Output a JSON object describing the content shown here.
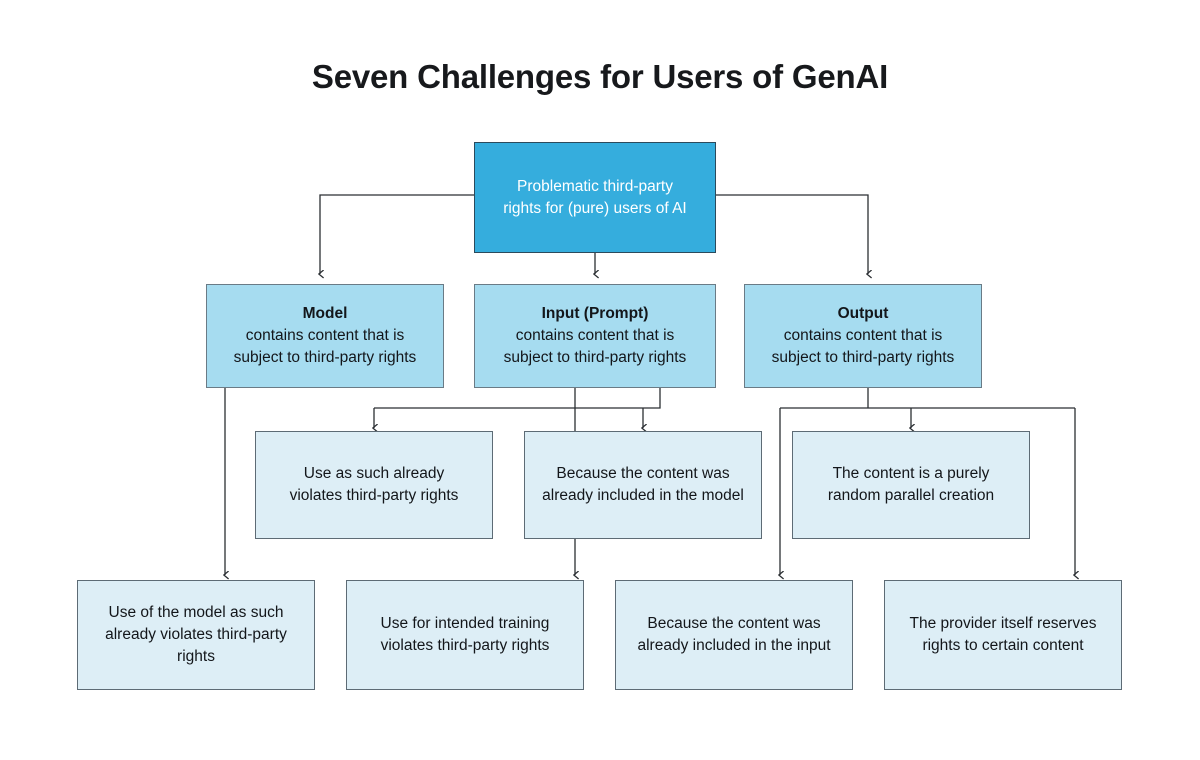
{
  "title": "Seven Challenges for Users of GenAI",
  "colors": {
    "background": "#ffffff",
    "root_fill": "#35ADDD",
    "root_text": "#ffffff",
    "mid_fill": "#A6DCF0",
    "leaf_fill": "#DDEEF6",
    "text": "#13161a",
    "connector": "#2b2f33",
    "border": "#67737d"
  },
  "chart_data": {
    "type": "diagram",
    "title": "Seven Challenges for Users of GenAI",
    "orientation": "top-down",
    "nodes": [
      {
        "id": "root",
        "level": 0,
        "lines": [
          "Problematic third-party",
          "rights for (pure) users of AI"
        ]
      },
      {
        "id": "model",
        "level": 1,
        "lines": [
          "Model",
          "contains content that is",
          "subject to third-party rights"
        ]
      },
      {
        "id": "input",
        "level": 1,
        "lines": [
          "Input (Prompt)",
          "contains content that is",
          "subject to third-party rights"
        ]
      },
      {
        "id": "output",
        "level": 1,
        "lines": [
          "Output",
          "contains content that is",
          "subject to third-party rights"
        ]
      },
      {
        "id": "leaf-use-as-such",
        "level": 2,
        "lines": [
          "Use as such already",
          "violates third-party rights"
        ]
      },
      {
        "id": "leaf-included-model",
        "level": 2,
        "lines": [
          "Because the content was",
          "already included in the model"
        ]
      },
      {
        "id": "leaf-random-parallel",
        "level": 2,
        "lines": [
          "The content is a purely",
          "random parallel creation"
        ]
      },
      {
        "id": "leaf-use-of-model",
        "level": 3,
        "lines": [
          "Use of the model as such",
          "already violates third-party",
          "rights"
        ]
      },
      {
        "id": "leaf-intended-training",
        "level": 3,
        "lines": [
          "Use for intended training",
          "violates third-party rights"
        ]
      },
      {
        "id": "leaf-included-input",
        "level": 3,
        "lines": [
          "Because the content was",
          "already included in the input"
        ]
      },
      {
        "id": "leaf-provider-reserves",
        "level": 3,
        "lines": [
          "The provider itself reserves",
          "rights to certain content"
        ]
      }
    ],
    "edges": [
      {
        "from": "root",
        "to": "model"
      },
      {
        "from": "root",
        "to": "input"
      },
      {
        "from": "root",
        "to": "output"
      },
      {
        "from": "model",
        "to": "leaf-use-as-such"
      },
      {
        "from": "model",
        "to": "leaf-use-of-model"
      },
      {
        "from": "input",
        "to": "leaf-included-model"
      },
      {
        "from": "input",
        "to": "leaf-intended-training"
      },
      {
        "from": "output",
        "to": "leaf-random-parallel"
      },
      {
        "from": "output",
        "to": "leaf-included-input"
      },
      {
        "from": "output",
        "to": "leaf-provider-reserves"
      }
    ]
  },
  "nodes": {
    "root": {
      "line1": "Problematic third-party",
      "line2": "rights for (pure) users of AI"
    },
    "model": {
      "heading": "Model",
      "line1": "contains content that is",
      "line2": "subject to third-party rights"
    },
    "input": {
      "heading": "Input (Prompt)",
      "line1": "contains content that is",
      "line2": "subject to third-party rights"
    },
    "output": {
      "heading": "Output",
      "line1": "contains content that is",
      "line2": "subject to third-party rights"
    },
    "use_as_such": {
      "line1": "Use as such already",
      "line2": "violates third-party rights"
    },
    "included_model": {
      "line1": "Because the content was",
      "line2": "already included in the model"
    },
    "random_parallel": {
      "line1": "The content is a purely",
      "line2": "random parallel creation"
    },
    "use_of_model": {
      "line1": "Use of the model as such",
      "line2": "already violates third-party",
      "line3": "rights"
    },
    "intended_training": {
      "line1": "Use for intended training",
      "line2": "violates third-party rights"
    },
    "included_input": {
      "line1": "Because the content was",
      "line2": "already included in the input"
    },
    "provider_reserves": {
      "line1": "The provider itself reserves",
      "line2": "rights to certain content"
    }
  }
}
